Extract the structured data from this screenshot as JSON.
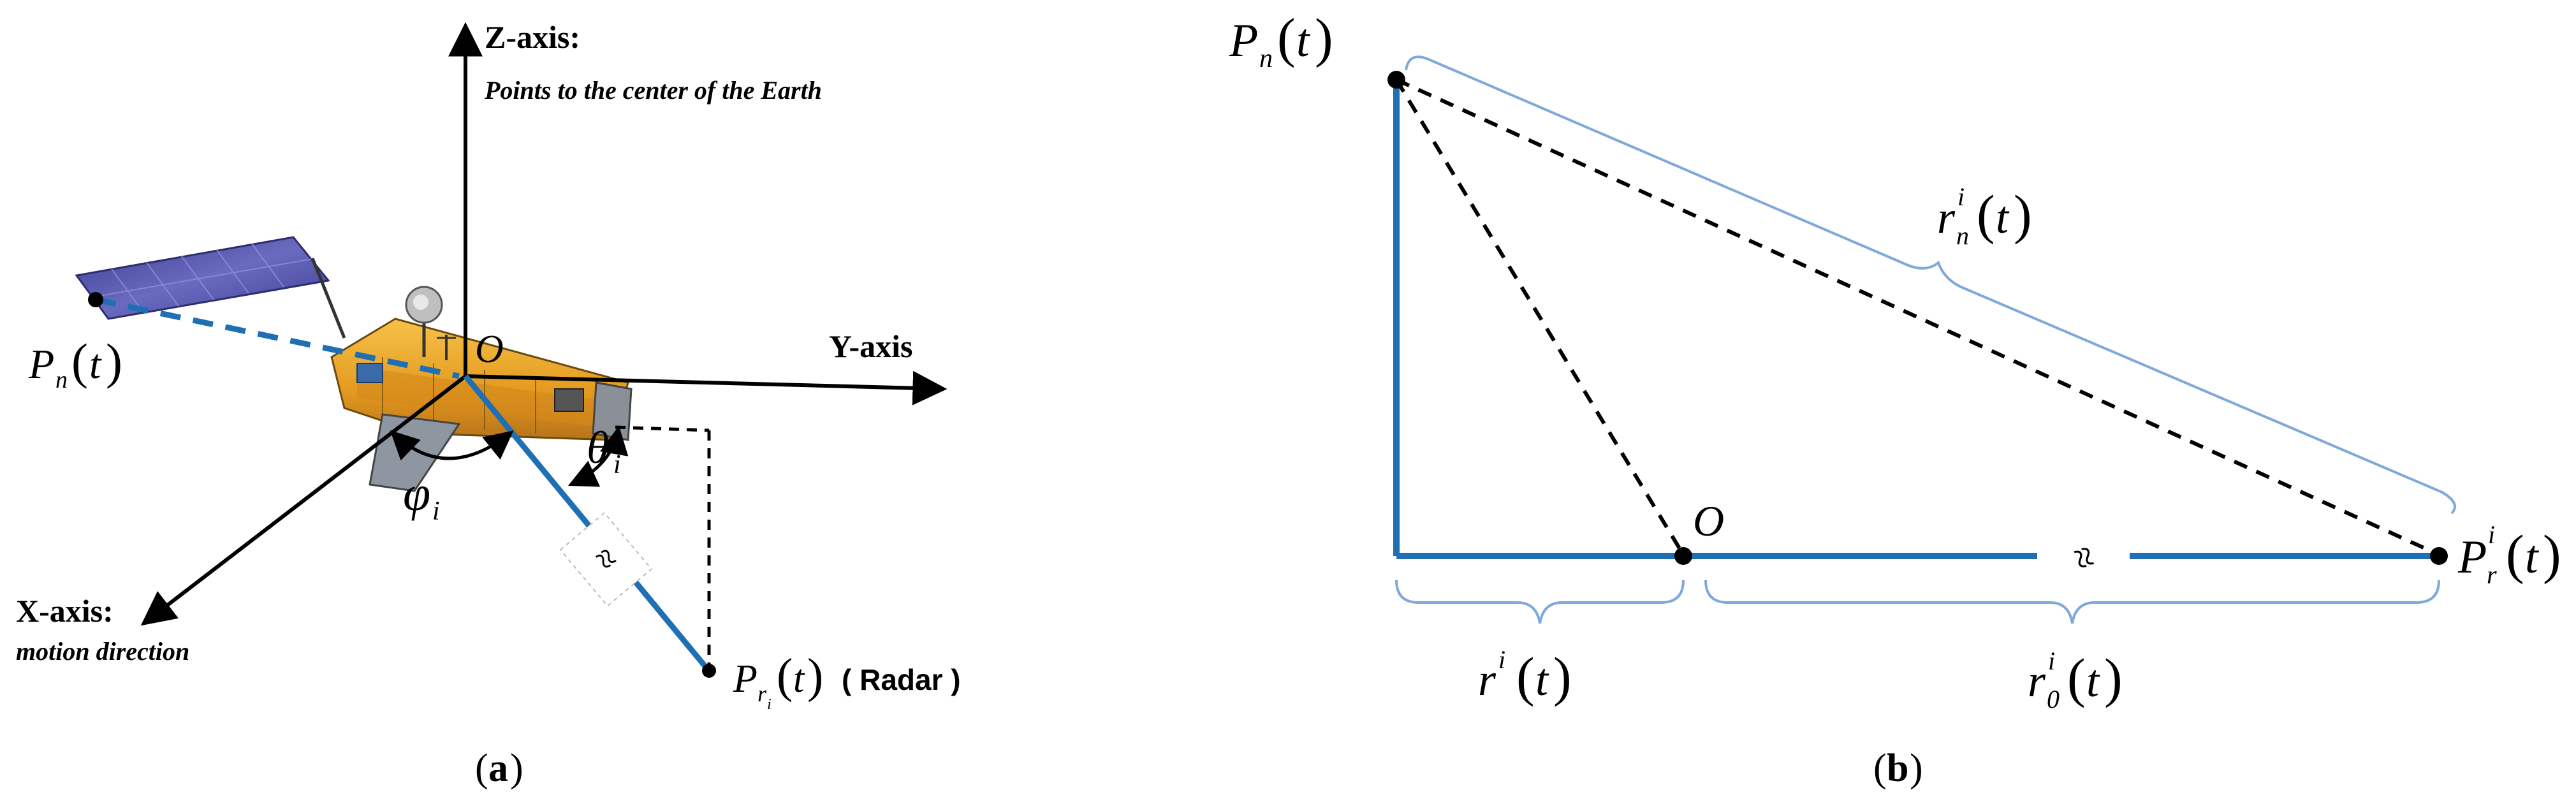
{
  "panel_a": {
    "z_axis_title": "Z-axis:",
    "z_axis_desc": "Points to the center of the Earth",
    "y_axis_title": "Y-axis",
    "x_axis_title": "X-axis:",
    "x_axis_desc": "motion direction",
    "origin_label": "O",
    "pn_main": "P",
    "pn_sub": "n",
    "pn_arg": "t",
    "pr_main": "P",
    "pr_sub": "r",
    "pr_subsub": "i",
    "pr_arg": "t",
    "radar_label": "( Radar )",
    "phi_main": "φ",
    "phi_sub": "i",
    "theta_main": "θ",
    "theta_sub": "i",
    "break_symbol": "≈",
    "caption_open": "(",
    "caption_letter": "a",
    "caption_close": ")"
  },
  "panel_b": {
    "pn_main": "P",
    "pn_sub": "n",
    "pn_arg": "t",
    "pr_main": "P",
    "pr_sub": "r",
    "pr_sup": "i",
    "pr_arg": "t",
    "origin_label": "O",
    "rn_main": "r",
    "rn_sub": "n",
    "rn_sup": "i",
    "rn_arg": "t",
    "ri_main": "r",
    "ri_sup": "i",
    "ri_arg": "t",
    "r0_main": "r",
    "r0_sub": "0",
    "r0_sup": "i",
    "r0_arg": "t",
    "break_symbol": "≈",
    "caption_open": "(",
    "caption_letter": "b",
    "caption_close": ")"
  },
  "colors": {
    "blue": "#1f6fb5",
    "light_blue": "#7fa8db",
    "black": "#000000",
    "panel_purple": "#5a5aa8",
    "satellite_gold": "#e9a12a"
  }
}
